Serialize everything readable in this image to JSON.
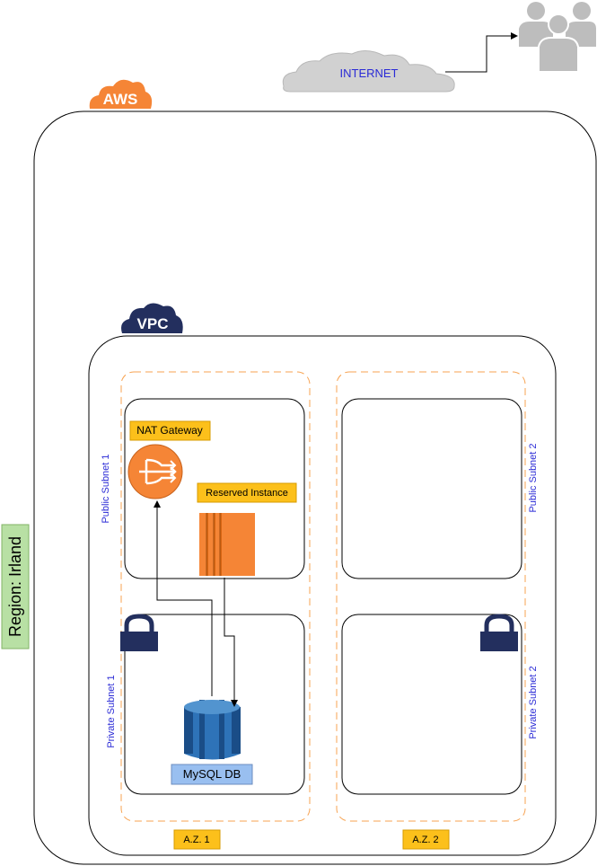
{
  "cloud": {
    "label": "INTERNET"
  },
  "aws": {
    "label": "AWS"
  },
  "vpc": {
    "label": "VPC"
  },
  "region": {
    "label": "Region: Irland"
  },
  "subnets": {
    "public_1": "Public Subnet 1",
    "public_2": "Public Subnet 2",
    "private_1": "Private Subnet 1",
    "private_2": "Private Subnet 2"
  },
  "zones": {
    "az1": "A.Z. 1",
    "az2": "A.Z. 2"
  },
  "components": {
    "nat_gateway": "NAT Gateway",
    "reserved_instance": "Reserved Instance",
    "mysql_db": "MySQL DB"
  },
  "colors": {
    "aws_orange": "#f58536",
    "vpc_navy": "#232f5e",
    "subnet_label_blue": "#2b2bd6",
    "az_border": "#f7a352",
    "label_fill": "#fcc01b",
    "db_blue": "#2e73b8",
    "region_green": "#b8e0a4",
    "cloud_gray": "#d1d1d1",
    "users_gray": "#bdbdbd"
  }
}
